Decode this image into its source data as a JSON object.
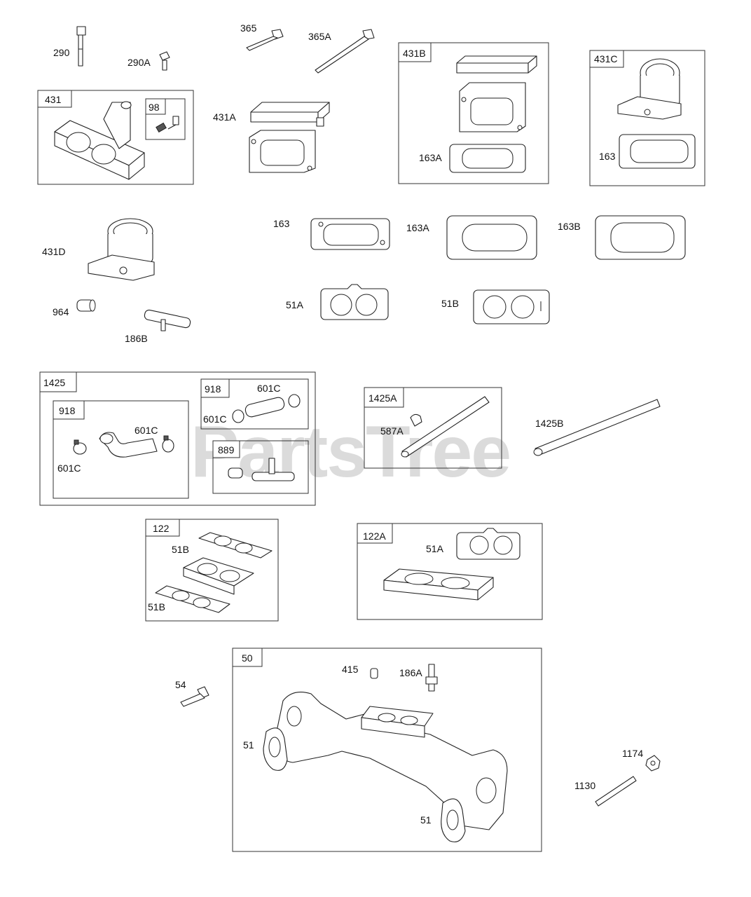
{
  "watermark": "PartsTree",
  "boxes": {
    "b431": "431",
    "b98": "98",
    "b431B": "431B",
    "b431C": "431C",
    "b1425": "1425",
    "b918a": "918",
    "b918b": "918",
    "b889": "889",
    "b1425A": "1425A",
    "b122": "122",
    "b122A": "122A",
    "b50": "50"
  },
  "labels": {
    "l290": "290",
    "l290A": "290A",
    "l365": "365",
    "l365A": "365A",
    "l431A": "431A",
    "l163A_in431B": "163A",
    "l163_in431C": "163",
    "l431D": "431D",
    "l163": "163",
    "l163A": "163A",
    "l163B": "163B",
    "l964": "964",
    "l186B": "186B",
    "l51A": "51A",
    "l51B": "51B",
    "l601C_b918a_right": "601C",
    "l601C_b918a_left": "601C",
    "l601C_b918b_top": "601C",
    "l601C_b918b_left": "601C",
    "l587A": "587A",
    "l1425B": "1425B",
    "l51B_b122_top": "51B",
    "l51B_b122_bottom": "51B",
    "l51A_b122A": "51A",
    "l54": "54",
    "l415": "415",
    "l186A": "186A",
    "l51_left": "51",
    "l51_bottom": "51",
    "l1174": "1174",
    "l1130": "1130"
  }
}
